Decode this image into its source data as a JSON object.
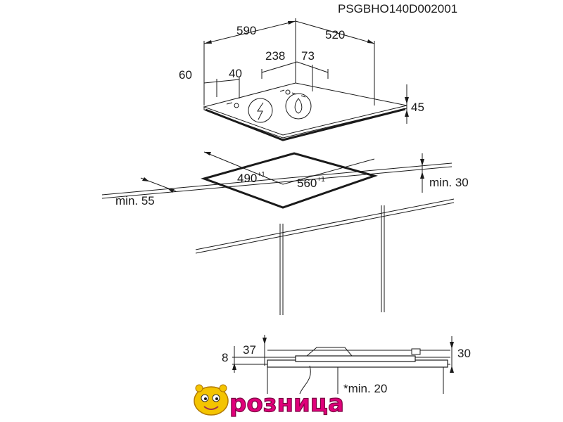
{
  "document_code": "PSGBHO140D002001",
  "dimensions": {
    "width_590": "590",
    "depth_520": "520",
    "d_238": "238",
    "d_73": "73",
    "d_60": "60",
    "d_40": "40",
    "height_45": "45",
    "cutout_490": "490",
    "cutout_490_tol": "+1",
    "cutout_560": "560",
    "cutout_560_tol": "+1",
    "min_30": "min. 30",
    "min_55": "min. 55",
    "d_8": "8",
    "d_37": "37",
    "d_30": "30",
    "min_20": "*min. 20"
  },
  "watermark": {
    "text": "розница"
  },
  "colors": {
    "line": "#1a1a1a",
    "logo_pink": "#e0007a",
    "logo_yellow": "#f4c400"
  }
}
